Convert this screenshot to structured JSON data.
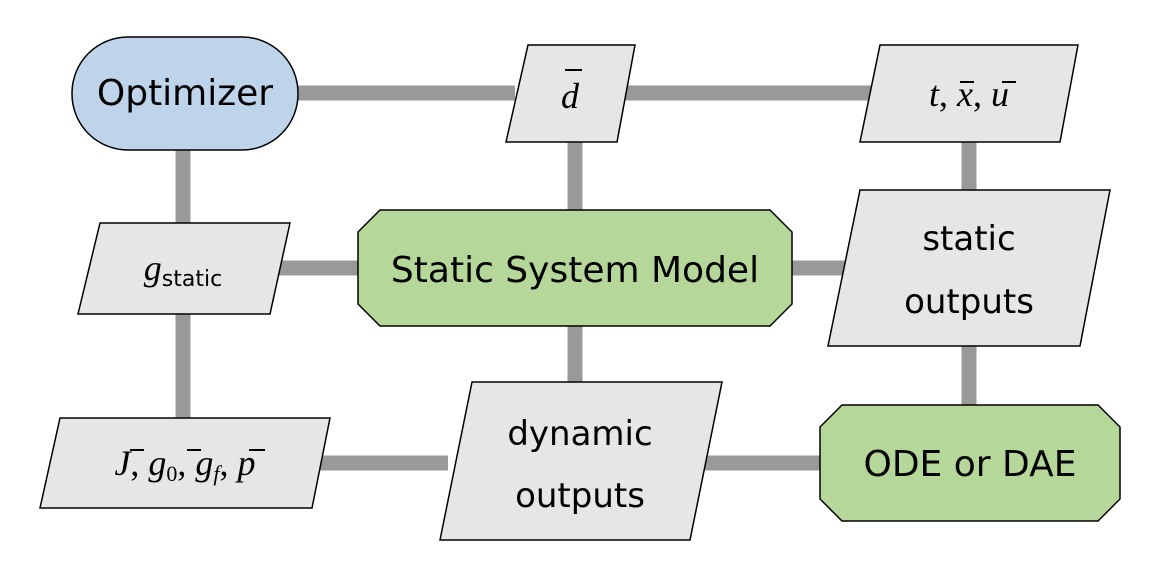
{
  "colors": {
    "connector": "#999999",
    "optimizer_fill": "#bdd4eb",
    "model_fill": "#b5d89a",
    "data_fill": "#e6e6e6",
    "stroke": "#000000"
  },
  "nodes": {
    "optimizer": {
      "label": "Optimizer"
    },
    "static_model": {
      "label": "Static System Model"
    },
    "ode_dae": {
      "label": "ODE or DAE"
    },
    "design_vars": {
      "label": "d",
      "overbar": true
    },
    "time_states_controls": {
      "t": "t",
      "x": "x",
      "u": "u",
      "separator": ", "
    },
    "g_static": {
      "symbol": "g",
      "subscript": "static"
    },
    "static_outputs": {
      "line1": "static",
      "line2": "outputs"
    },
    "objective_constraints": {
      "J": "J",
      "g": "g",
      "sub0": "0",
      "subf": "f",
      "p": "p",
      "separator": ", "
    },
    "dynamic_outputs": {
      "line1": "dynamic",
      "line2": "outputs"
    }
  }
}
